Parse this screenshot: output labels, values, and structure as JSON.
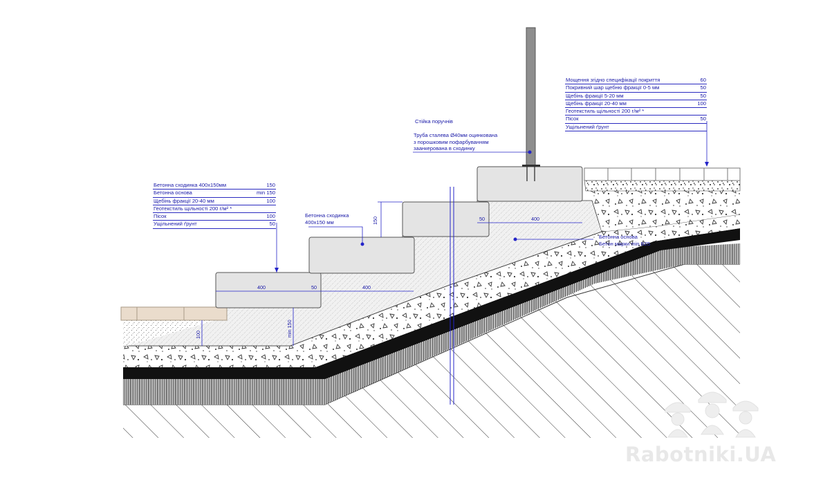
{
  "annotations": {
    "post_title": "Стійка поручнів",
    "post_desc": [
      "Труба сталева Ø40мм оцинкована",
      "з порошковим пофарбуванням",
      "заанкерована в сходинку"
    ],
    "step_label": [
      "Бетонна сходинка",
      "400х150 мм"
    ],
    "base_label": [
      "Бетонна основа",
      "Бетон марки min B25"
    ]
  },
  "spec_left": [
    {
      "name": "Бетонна сходинка 400х150мм",
      "value": "150"
    },
    {
      "name": "Бетонна основа",
      "value": "min 150"
    },
    {
      "name": "Щебінь фракції 20-40 мм",
      "value": "100"
    },
    {
      "name": "Геотекстиль щільності 200 г/м² *",
      "value": ""
    },
    {
      "name": "Пісок",
      "value": "100"
    },
    {
      "name": "Ущільнений ґрунт",
      "value": "50"
    }
  ],
  "spec_right": [
    {
      "name": "Мощення згідно специфікації покриття",
      "value": "60"
    },
    {
      "name": "Покривний шар щебню фракції 0-5 мм",
      "value": "50"
    },
    {
      "name": "Щебінь фракції 5-20 мм",
      "value": "50"
    },
    {
      "name": "Щебінь фракції 20-40 мм",
      "value": "100"
    },
    {
      "name": "Геотекстиль щільності 200 г/м² *",
      "value": ""
    },
    {
      "name": "Пісок",
      "value": "50"
    },
    {
      "name": "Ущільнений ґрунт",
      "value": ""
    }
  ],
  "dimensions": {
    "tread_lower": "400",
    "nose_lower": "50",
    "tread_lower_inner": "400",
    "riser": "150",
    "nose_upper": "50",
    "tread_upper": "400",
    "base_min": "min 150",
    "sand_100": "100"
  },
  "watermark": "Rabotniki.UA",
  "colors": {
    "annotation": "#1a1aa8",
    "concrete": "#e4e4e4",
    "paver": "#eadccc",
    "line": "#222222"
  }
}
